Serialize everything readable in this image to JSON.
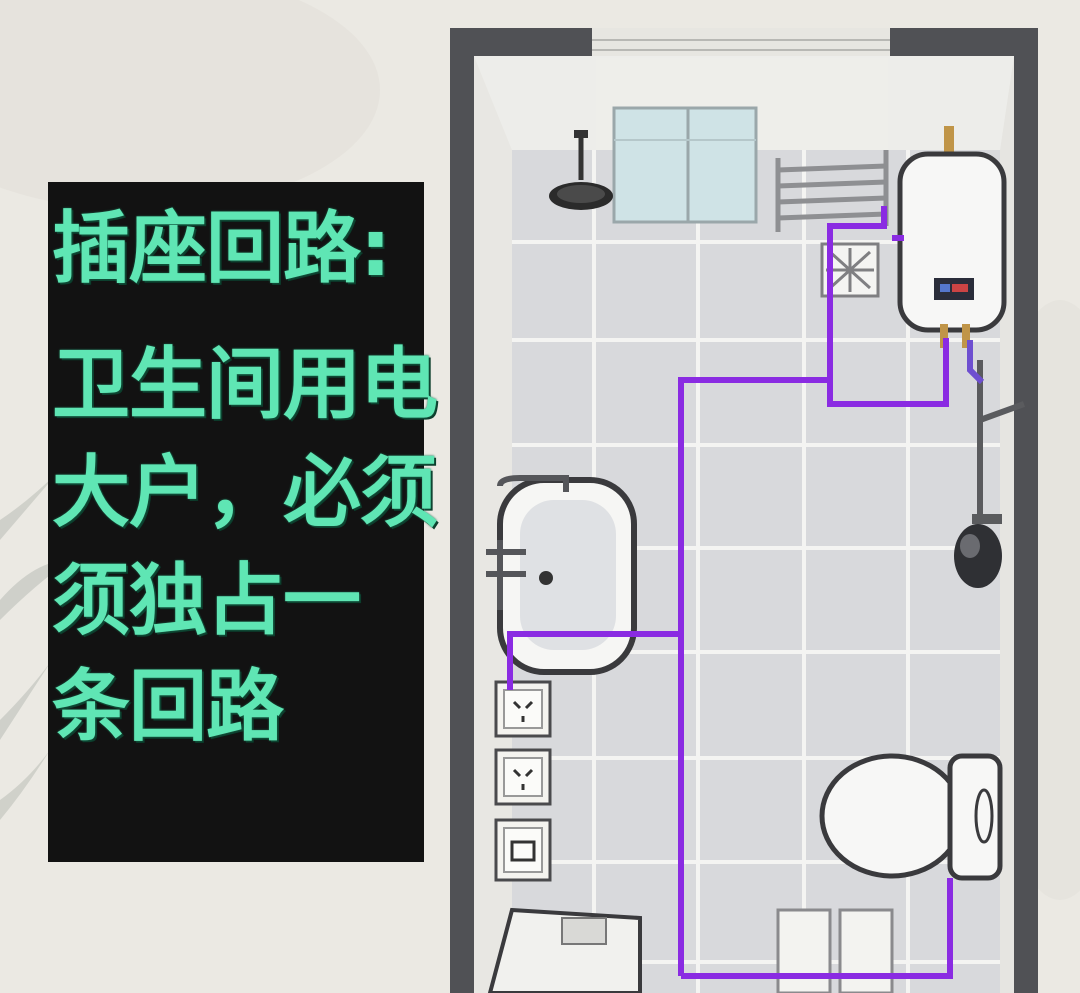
{
  "caption": {
    "title": "插座回路:",
    "lines": [
      "卫生间用电",
      "大户，必须",
      "须独占一",
      "条回路"
    ]
  },
  "colors": {
    "caption_text": "#5fe6b4",
    "caption_panel": "#121212",
    "circuit_wire": "#8a2be2",
    "wall": "#55565a",
    "floor_tile": "#d7d8da"
  },
  "icons": [
    "shower-head-icon",
    "water-heater-icon",
    "sink-icon",
    "toilet-icon",
    "socket-icon",
    "towel-rack-icon",
    "floor-drain-icon",
    "hand-shower-icon"
  ]
}
